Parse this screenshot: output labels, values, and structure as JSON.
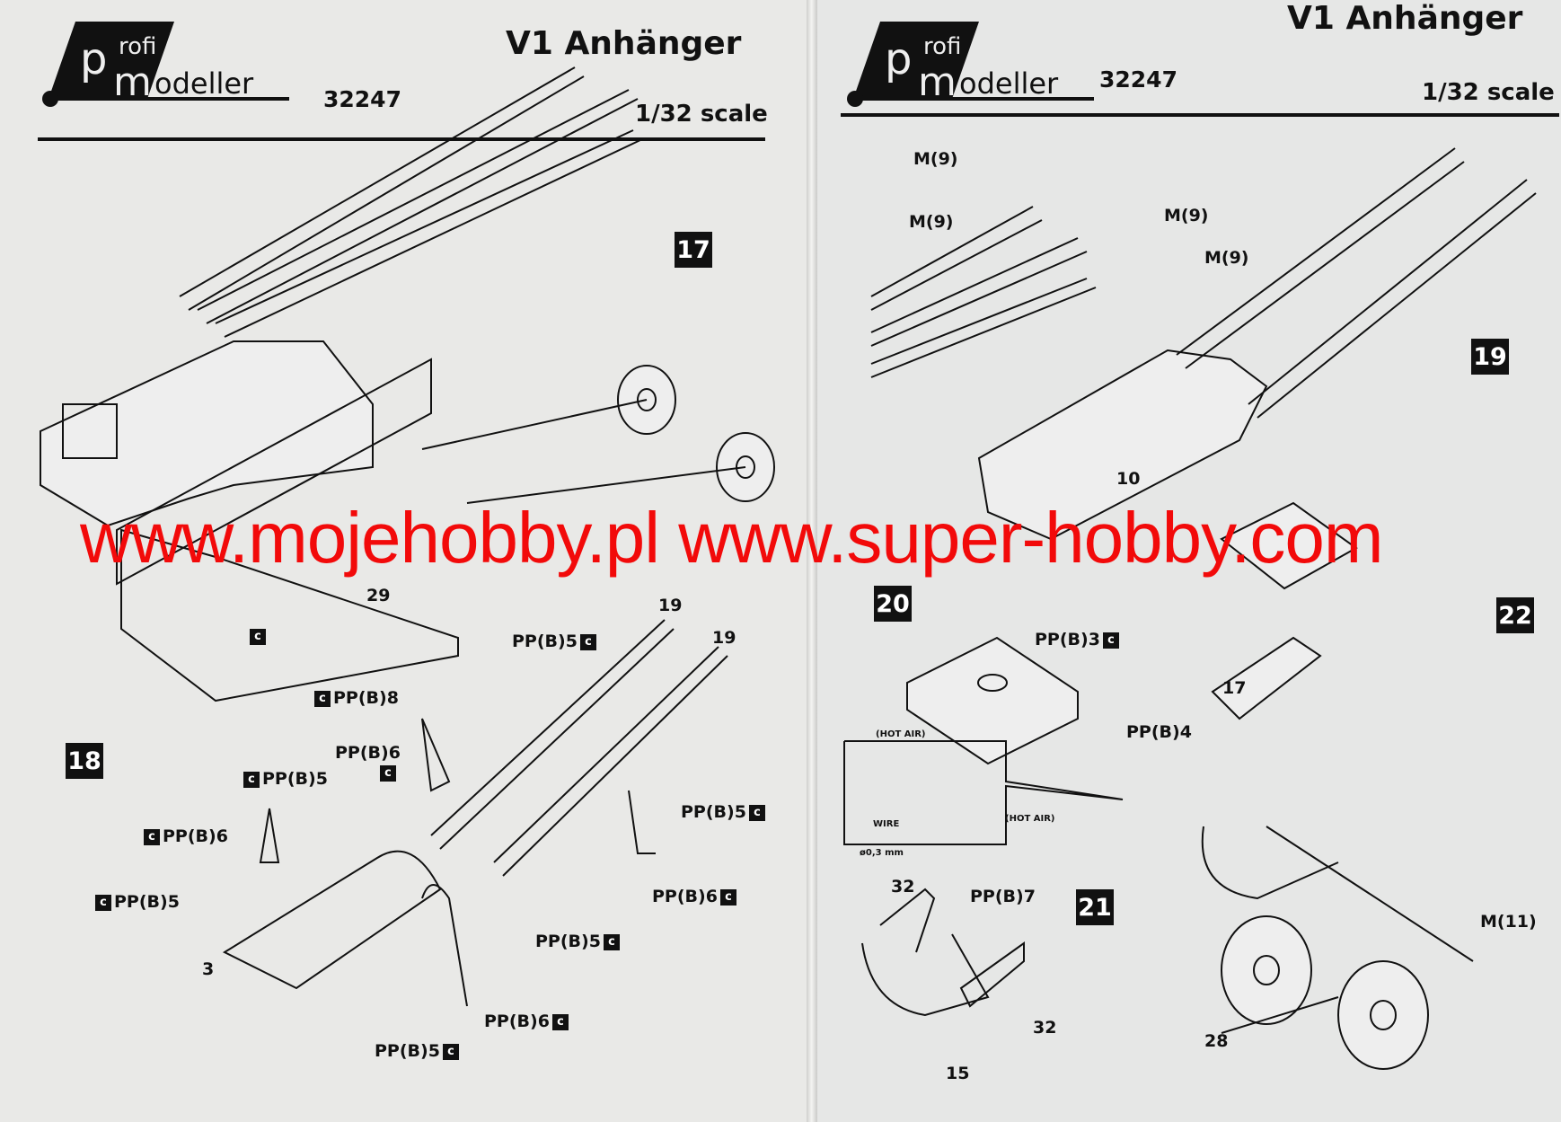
{
  "brand": {
    "line1": "profi",
    "line2": "Modeller"
  },
  "left_page": {
    "title": "V1 Anhänger",
    "kit_number": "32247",
    "scale": "1/32 scale",
    "steps": [
      "17",
      "18"
    ],
    "labels": {
      "l29": "29",
      "l19a": "19",
      "l19b": "19",
      "l3": "3",
      "pp5_a": "PP(B)5",
      "pp8": "PP(B)8",
      "pp6_a": "PP(B)6",
      "pp5_b": "PP(B)5",
      "pp6_b": "PP(B)6",
      "pp5_c": "PP(B)5",
      "pp5_d": "PP(B)5",
      "pp6_c": "PP(B)6",
      "pp5_e": "PP(B)5",
      "pp6_d": "PP(B)6",
      "pp5_f": "PP(B)5"
    }
  },
  "right_page": {
    "title": "V1 Anhänger",
    "kit_number": "32247",
    "scale": "1/32 scale",
    "steps": [
      "19",
      "20",
      "21",
      "22"
    ],
    "labels": {
      "m9_a": "M(9)",
      "m9_b": "M(9)",
      "m9_c": "M(9)",
      "m9_d": "M(9)",
      "l10": "10",
      "pp3": "PP(B)3",
      "pp4": "PP(B)4",
      "l17": "17",
      "hot_air_a": "(HOT AIR)",
      "hot_air_b": "(HOT AIR)",
      "wire": "WIRE",
      "wire_dia": "ø0,3 mm",
      "l32a": "32",
      "pp7": "PP(B)7",
      "l32b": "32",
      "l15": "15",
      "m11": "M(11)",
      "l28": "28"
    }
  },
  "part_marker": "c",
  "watermark": "www.mojehobby.pl www.super-hobby.com",
  "colors": {
    "watermark": "#f20a0a",
    "ink": "#111111",
    "paper": "#e9e9e7"
  }
}
